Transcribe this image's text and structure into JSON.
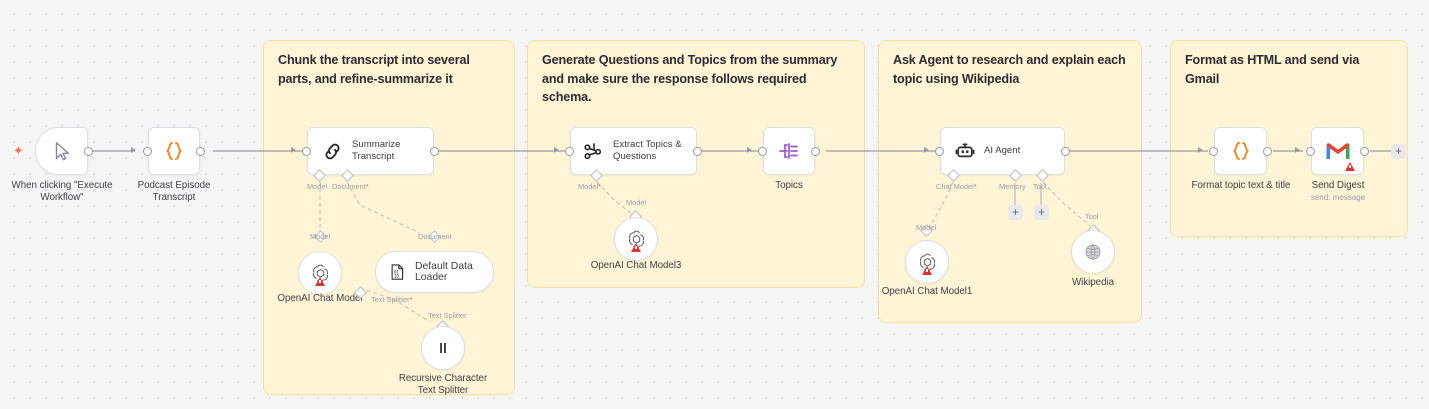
{
  "canvas": {
    "app": "n8n-workflow-canvas",
    "background_color": "#f5f5f6",
    "sticky_color": "#fff5d6",
    "sticky_border_color": "#f5e0a3"
  },
  "sticky_notes": [
    {
      "id": "note-chunk",
      "title": "Chunk the transcript into several parts, and refine-summarize it"
    },
    {
      "id": "note-generate",
      "title": "Generate Questions and Topics from the summary and make sure the response follows required schema."
    },
    {
      "id": "note-agent",
      "title": "Ask Agent to research and explain each topic using Wikipedia"
    },
    {
      "id": "note-format",
      "title": "Format as HTML and send via Gmail"
    }
  ],
  "nodes": {
    "trigger": {
      "caption_line1": "When clicking \"Execute",
      "caption_line2": "Workflow\"",
      "icon": "cursor-pointer-icon",
      "badge": "lightning-bolt-icon"
    },
    "transcript": {
      "caption_line1": "Podcast Episode",
      "caption_line2": "Transcript",
      "icon": "code-braces-icon"
    },
    "summarize": {
      "label_line1": "Summarize",
      "label_line2": "Transcript",
      "icon": "chain-link-icon"
    },
    "extract": {
      "label_line1": "Extract Topics &",
      "label_line2": "Questions",
      "icon": "information-extractor-icon"
    },
    "topics": {
      "caption": "Topics",
      "icon": "split-out-icon"
    },
    "ai_agent": {
      "label": "AI Agent",
      "icon": "robot-icon"
    },
    "format_topic": {
      "caption": "Format topic text & title",
      "icon": "code-braces-icon"
    },
    "send_digest": {
      "caption": "Send Digest",
      "subcaption": "send: message",
      "icon": "gmail-icon",
      "has_warning": true
    }
  },
  "subnodes": {
    "openai_model": {
      "caption": "OpenAI Chat Model",
      "icon": "openai-icon",
      "has_warning": true
    },
    "openai_model3": {
      "caption": "OpenAI Chat Model3",
      "icon": "openai-icon",
      "has_warning": true
    },
    "openai_model1": {
      "caption": "OpenAI Chat Model1",
      "icon": "openai-icon",
      "has_warning": true
    },
    "data_loader": {
      "label": "Default Data Loader",
      "icon": "binary-document-icon"
    },
    "text_splitter": {
      "caption_line1": "Recursive Character",
      "caption_line2": "Text Splitter",
      "icon": "pause-bars-icon"
    },
    "wikipedia": {
      "caption": "Wikipedia",
      "icon": "wikipedia-globe-icon"
    }
  },
  "connection_labels": {
    "summarize_model": "Model",
    "summarize_document": "Document",
    "summarize_document_required_mark": "*",
    "model_to_openai": "Model",
    "document_to_loader": "Document",
    "loader_text_splitter": "Text Splitter",
    "loader_text_splitter_required_mark": "*",
    "text_splitter_target": "Text Splitter",
    "extract_model": "Model",
    "extract_model_required_mark": "*",
    "extract_model_target": "Model",
    "agent_chat_model": "Chat Model",
    "agent_chat_model_required_mark": "*",
    "agent_memory": "Memory",
    "agent_tool": "Tool",
    "agent_model_target": "Model",
    "agent_tool_target": "Tool"
  },
  "buttons": {
    "add_memory": "+",
    "add_tool": "+",
    "add_next_node": "+"
  }
}
